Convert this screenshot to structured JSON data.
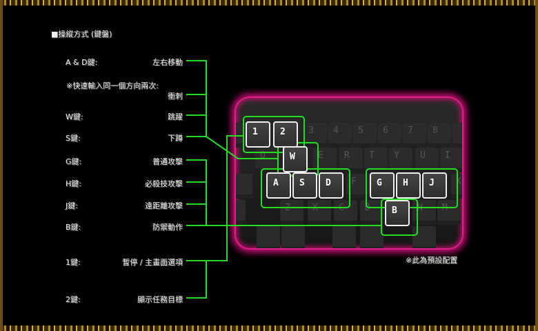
{
  "title": "■操縱方式 (鍵盤)",
  "controls": [
    {
      "key": "A & D鍵:",
      "action": "左右移動"
    },
    {
      "key": "※快速輸入同一個方向兩次:",
      "action": "衝刺"
    },
    {
      "key": "W鍵:",
      "action": "跳躍"
    },
    {
      "key": "S鍵:",
      "action": "下蹲"
    },
    {
      "key": "G鍵:",
      "action": "普通攻擊"
    },
    {
      "key": "H鍵:",
      "action": "必殺技攻擊"
    },
    {
      "key": "J鍵:",
      "action": "遠距離攻擊"
    },
    {
      "key": "B鍵:",
      "action": "防禦動作"
    },
    {
      "key": "1鍵:",
      "action": "暫停 / 主畫面選項"
    },
    {
      "key": "2鍵:",
      "action": "顯示任務目標"
    }
  ],
  "note": "※此為預設配置",
  "keyboard": {
    "dim_keys": [
      "3",
      "4",
      "5",
      "6",
      "7",
      "8",
      "Q",
      "E",
      "R",
      "T",
      "Y",
      "U",
      "I",
      "F",
      "K",
      "Z",
      "X",
      "C",
      "D",
      "N",
      "M"
    ],
    "highlight_keys": [
      "1",
      "2",
      "W",
      "A",
      "S",
      "D",
      "G",
      "H",
      "J",
      "B"
    ]
  },
  "colors": {
    "line": "#22dd22",
    "glow": "#e0208a"
  }
}
